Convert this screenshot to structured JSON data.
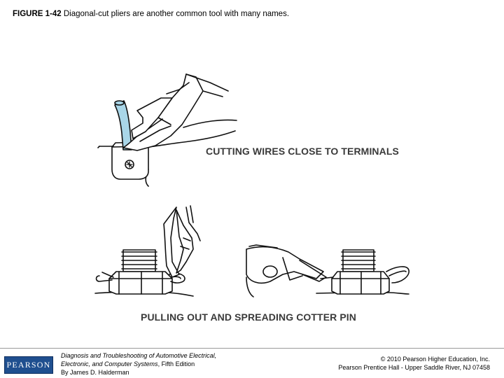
{
  "caption": {
    "figure_number": "FIGURE 1-42",
    "text": "Diagonal-cut pliers are another common tool with many names."
  },
  "illustration": {
    "label_top": "CUTTING WIRES CLOSE TO TERMINALS",
    "label_bottom": "PULLING OUT AND SPREADING COTTER PIN"
  },
  "footer": {
    "logo_text": "PEARSON",
    "book_title_line1": "Diagnosis and Troubleshooting of Automotive Electrical,",
    "book_title_line2": "Electronic, and Computer Systems",
    "book_edition": ", Fifth Edition",
    "author": "By James D. Halderman",
    "copyright_line1": "© 2010 Pearson Higher Education, Inc.",
    "copyright_line2": "Pearson Prentice Hall - Upper Saddle River, NJ 07458"
  },
  "colors": {
    "wire": "#a9d6e8",
    "logo_bg": "#1f4f8f",
    "ink": "#111111"
  }
}
